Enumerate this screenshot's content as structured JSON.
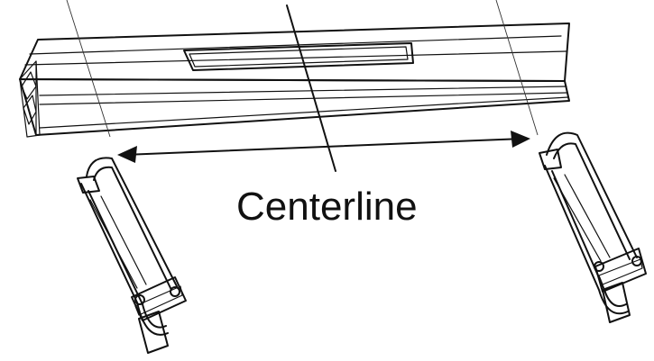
{
  "diagram": {
    "centerline_label": "Centerline",
    "colors": {
      "line": "#111111",
      "background": "#ffffff"
    },
    "icons": {
      "arrow": "double-headed-arrow",
      "left_bracket": "u-bolt-bracket-left",
      "right_bracket": "u-bolt-bracket-right"
    }
  }
}
